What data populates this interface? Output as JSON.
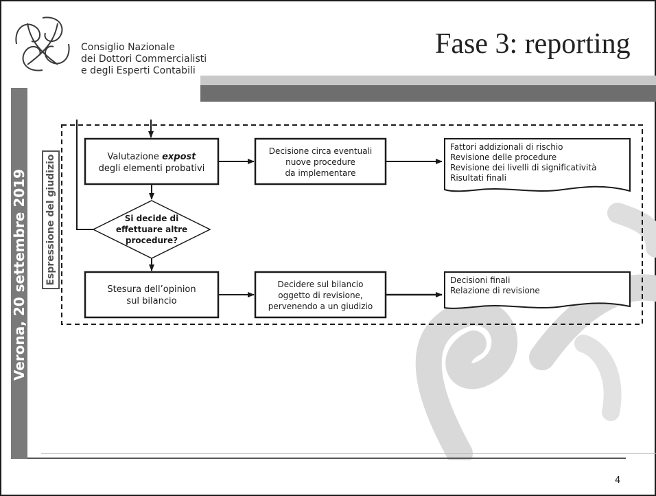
{
  "header": {
    "title": "Fase 3: reporting",
    "org_line1": "Consiglio Nazionale",
    "org_line2": "dei Dottori Commercialisti",
    "org_line3": "e degli Esperti Contabili"
  },
  "sidebar": {
    "text": "Verona, 20 settembre 2019"
  },
  "diagram": {
    "section_label": "Espressione del giudizio",
    "box_valutazione_1_pre": "Valutazione ",
    "box_valutazione_1_em": "expost",
    "box_valutazione_2": "degli elementi probativi",
    "box_decisione_1": "Decisione circa eventuali",
    "box_decisione_2": "nuove procedure",
    "box_decisione_3": "da implementare",
    "doc_fattori_1": "Fattori addizionali di rischio",
    "doc_fattori_2": "Revisione delle procedure",
    "doc_fattori_3": "Revisione dei livelli di significatività",
    "doc_fattori_4": "Risultati finali",
    "diamond_1": "Si decide di",
    "diamond_2": "effettuare altre",
    "diamond_3": "procedure?",
    "box_stesura_1": "Stesura dell’opinion",
    "box_stesura_2": "sul bilancio",
    "box_decidere_1": "Decidere sul bilancio",
    "box_decidere_2": "oggetto di revisione,",
    "box_decidere_3": "pervenendo a un giudizio",
    "doc_decisioni_1": "Decisioni finali",
    "doc_decisioni_2": "Relazione di revisione"
  },
  "footer": {
    "page_number": "4"
  },
  "colors": {
    "frame": "#1a1a1a",
    "header_bar": "#6e6e6e",
    "side_bar": "#7a7a7a",
    "watermark": "#d9d9d9"
  }
}
